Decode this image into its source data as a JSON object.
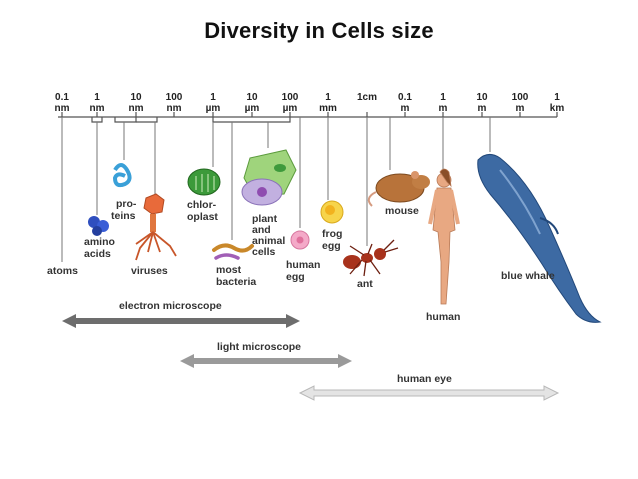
{
  "title": "Diversity in Cells size",
  "scale": {
    "ticks": [
      {
        "l1": "0.1",
        "l2": "nm"
      },
      {
        "l1": "1",
        "l2": "nm"
      },
      {
        "l1": "10",
        "l2": "nm"
      },
      {
        "l1": "100",
        "l2": "nm"
      },
      {
        "l1": "1",
        "l2": "µm"
      },
      {
        "l1": "10",
        "l2": "µm"
      },
      {
        "l1": "100",
        "l2": "µm"
      },
      {
        "l1": "1",
        "l2": "mm"
      },
      {
        "l1": "1cm",
        "l2": ""
      },
      {
        "l1": "0.1",
        "l2": "m"
      },
      {
        "l1": "1",
        "l2": "m"
      },
      {
        "l1": "10",
        "l2": "m"
      },
      {
        "l1": "100",
        "l2": "m"
      },
      {
        "l1": "1",
        "l2": "km"
      }
    ]
  },
  "labels": {
    "atoms": "atoms",
    "amino_1": "amino",
    "amino_2": "acids",
    "proteins_1": "pro-",
    "proteins_2": "teins",
    "viruses": "viruses",
    "chloroplast_1": "chlor-",
    "chloroplast_2": "oplast",
    "bacteria_1": "most",
    "bacteria_2": "bacteria",
    "plant_1": "plant",
    "plant_2": "and",
    "plant_3": "animal",
    "plant_4": "cells",
    "human_egg_1": "human",
    "human_egg_2": "egg",
    "frog_egg_1": "frog",
    "frog_egg_2": "egg",
    "ant": "ant",
    "mouse": "mouse",
    "human": "human",
    "blue_whale": "blue whale"
  },
  "ranges": {
    "electron": "electron microscope",
    "light": "light microscope",
    "eye": "human eye"
  },
  "colors": {
    "electron_arrow": "#6d6d6d",
    "light_arrow": "#9a9a9a",
    "eye_arrow": "#d8d8d8"
  }
}
